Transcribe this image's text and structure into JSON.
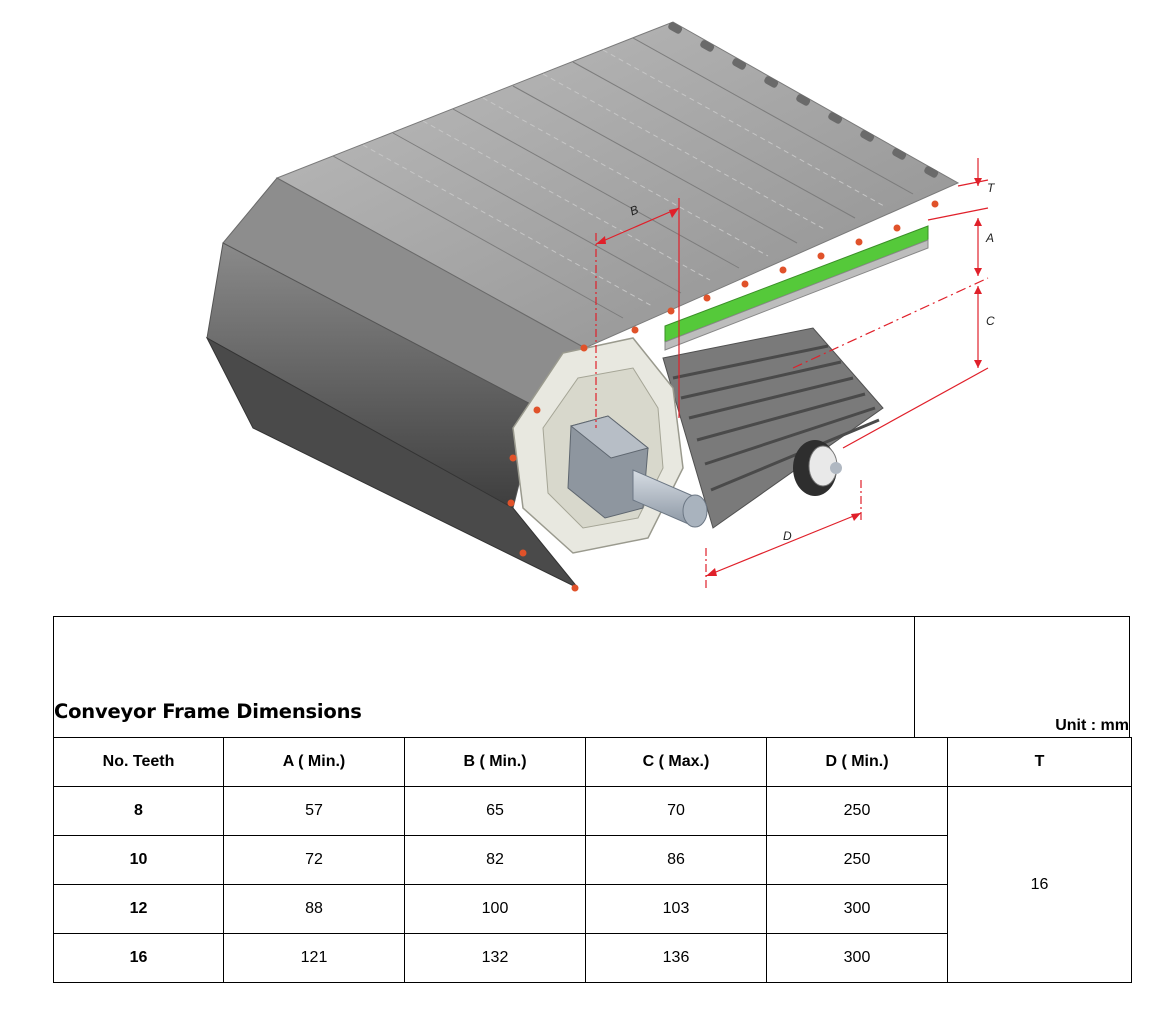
{
  "figure": {
    "dimension_letters": [
      "A",
      "B",
      "C",
      "D",
      "T"
    ],
    "colors": {
      "belt_top": "#9a9a9a",
      "belt_side": "#6e6e6e",
      "belt_dark": "#444444",
      "pin": "#e0522a",
      "dimension_line": "#e0202a",
      "wear_strip": "#55c93a",
      "sprocket": "#e8e8e0",
      "shaft": "#b0b8c2"
    }
  },
  "title": "Conveyor Frame Dimensions",
  "unit": "Unit : mm",
  "table": {
    "headers": [
      "No. Teeth",
      "A ( Min.)",
      "B ( Min.)",
      "C ( Max.)",
      "D ( Min.)",
      "T"
    ],
    "rows": [
      {
        "teeth": "8",
        "a": "57",
        "b": "65",
        "c": "70",
        "d": "250"
      },
      {
        "teeth": "10",
        "a": "72",
        "b": "82",
        "c": "86",
        "d": "250"
      },
      {
        "teeth": "12",
        "a": "88",
        "b": "100",
        "c": "103",
        "d": "300"
      },
      {
        "teeth": "16",
        "a": "121",
        "b": "132",
        "c": "136",
        "d": "300"
      }
    ],
    "t_value": "16"
  }
}
